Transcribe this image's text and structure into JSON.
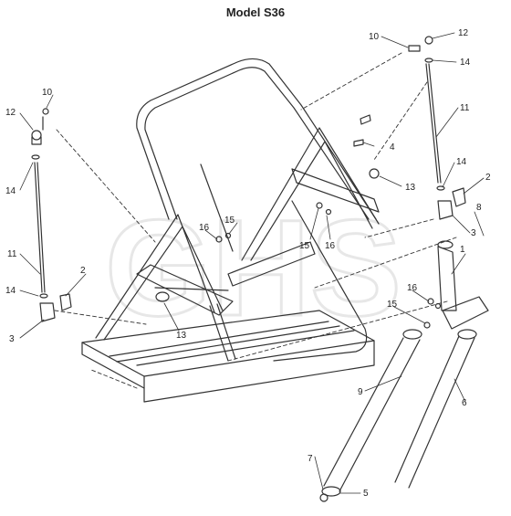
{
  "title": "Model S36",
  "watermark": "GHS",
  "part_labels": [
    {
      "id": "p10a",
      "text": "10"
    },
    {
      "id": "p12a",
      "text": "12"
    },
    {
      "id": "p14a",
      "text": "14"
    },
    {
      "id": "p11a",
      "text": "11"
    },
    {
      "id": "p14b",
      "text": "14"
    },
    {
      "id": "p2a",
      "text": "2"
    },
    {
      "id": "p3a",
      "text": "3"
    },
    {
      "id": "p10b",
      "text": "10"
    },
    {
      "id": "p12b",
      "text": "12"
    },
    {
      "id": "p14c",
      "text": "14"
    },
    {
      "id": "p11b",
      "text": "11"
    },
    {
      "id": "p14d",
      "text": "14"
    },
    {
      "id": "p2b",
      "text": "2"
    },
    {
      "id": "p3b",
      "text": "3"
    },
    {
      "id": "p4",
      "text": "4"
    },
    {
      "id": "p13a",
      "text": "13"
    },
    {
      "id": "p13b",
      "text": "13"
    },
    {
      "id": "p16a",
      "text": "16"
    },
    {
      "id": "p15a",
      "text": "15"
    },
    {
      "id": "p15b",
      "text": "15"
    },
    {
      "id": "p16b",
      "text": "16"
    },
    {
      "id": "p8",
      "text": "8"
    },
    {
      "id": "p1",
      "text": "1"
    },
    {
      "id": "p16c",
      "text": "16"
    },
    {
      "id": "p15c",
      "text": "15"
    },
    {
      "id": "p9",
      "text": "9"
    },
    {
      "id": "p6",
      "text": "6"
    },
    {
      "id": "p7",
      "text": "7"
    },
    {
      "id": "p5",
      "text": "5"
    }
  ],
  "colors": {
    "line": "#333333",
    "watermark": "#e7e7e7"
  }
}
